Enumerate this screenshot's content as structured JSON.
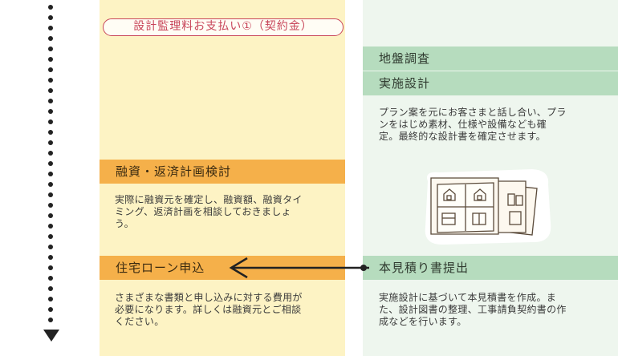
{
  "pill_label": "設計監理料お支払い①（契約金）",
  "right": {
    "step1": "地盤調査",
    "step2": "実施設計",
    "step2_desc": [
      "プラン案を元にお客さまと話し合い、プラ",
      "ンをはじめ素材、仕様や設備なども確",
      "定。最終的な設計書を確定させます。"
    ],
    "step3": "本見積り書提出",
    "step3_desc": [
      "実施設計に基づいて本見積書を作成。ま",
      "た、設計図書の整理、工事請負契約書の作",
      "成などを行います。"
    ]
  },
  "left": {
    "step1": "融資・返済計画検討",
    "step1_desc": [
      "実際に融資元を確定し、融資額、融資タイ",
      "ミング、返済計画を相談しておきましょ",
      "う。"
    ],
    "step2": "住宅ローン申込",
    "step2_desc": [
      "さまざまな書類と申し込みに対する費用が",
      "必要になります。詳しくは融資元とご相談",
      "ください。"
    ]
  },
  "colors": {
    "left_column": "#fdf3c4",
    "right_column": "#eef6ee",
    "green_bar": "#b6dcbe",
    "orange_bar": "#f5b04a",
    "pill_border": "#c8465a"
  },
  "icons": [
    "timeline-dots",
    "arrow-down-icon",
    "arrow-left-icon",
    "house-plans-illustration"
  ]
}
